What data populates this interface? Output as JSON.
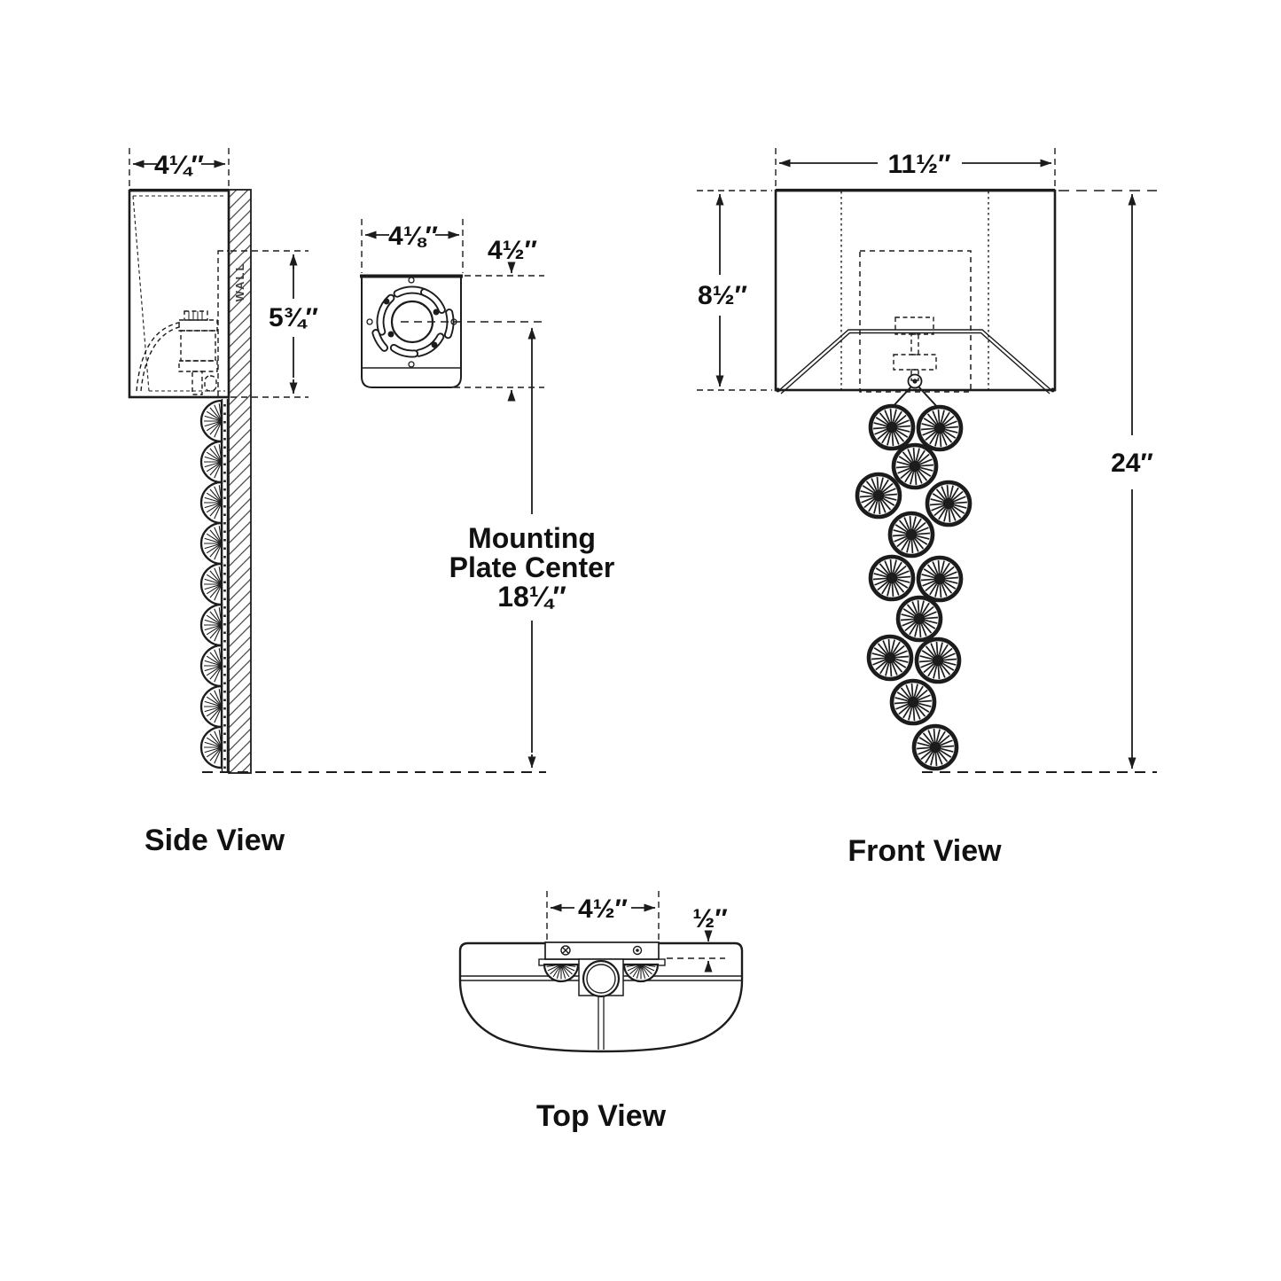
{
  "side_view": {
    "caption": "Side View",
    "width_dim": "4¼″",
    "plate_height_dim": "5¾″",
    "wall_label": "WALL"
  },
  "plate_detail": {
    "width_dim": "4⅛″",
    "height_dim": "4½″",
    "center_line1": "Mounting",
    "center_line2": "Plate Center",
    "center_line3": "18¼″"
  },
  "front_view": {
    "caption": "Front View",
    "width_dim": "11½″",
    "shade_height_dim": "8½″",
    "overall_height_dim": "24″"
  },
  "top_view": {
    "caption": "Top View",
    "canopy_width_dim": "4½″",
    "offset_dim": "½″"
  },
  "colors": {
    "line": "#1c1c1c",
    "background": "#ffffff"
  }
}
